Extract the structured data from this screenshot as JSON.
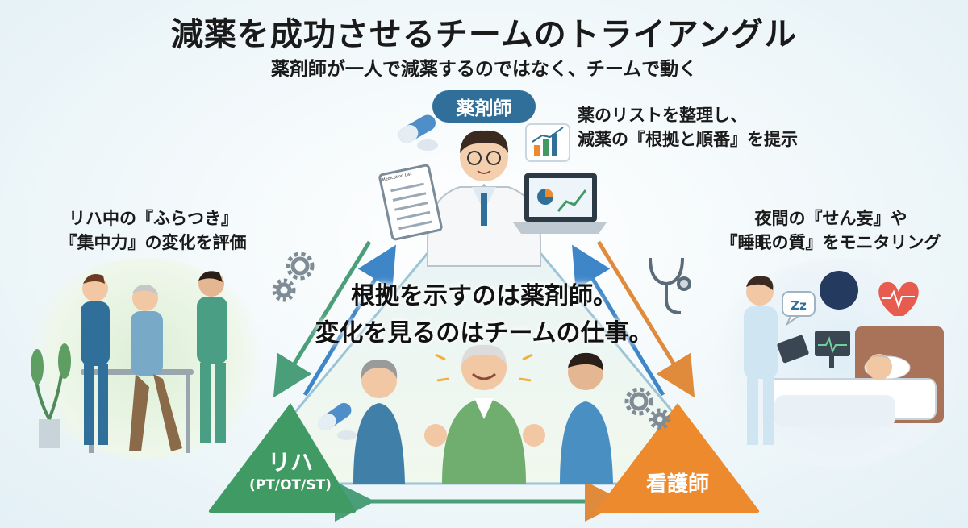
{
  "header": {
    "title": "減薬を成功させるチームのトライアングル",
    "subtitle": "薬剤師が一人で減薬するのではなく、チームで動く"
  },
  "roles": {
    "pharmacist": "薬剤師",
    "rehab_line1": "リハ",
    "rehab_line2": "(PT/OT/ST)",
    "nurse": "看護師"
  },
  "notes": {
    "pharmacist": [
      "薬のリストを整理し、",
      "減薬の『根拠と順番』を提示"
    ],
    "rehab": [
      "リハ中の『ふらつき』",
      "『集中力』の変化を評価"
    ],
    "nurse": [
      "夜間の『せん妄』や",
      "『睡眠の質』をモニタリング"
    ]
  },
  "center_message": [
    "根拠を示すのは薬剤師。",
    "変化を見るのはチームの仕事。"
  ],
  "clipboard_text": "Medication List",
  "sleep_text": "Zz",
  "colors": {
    "pharmacist": "#2f6f9a",
    "rehab": "#3f9a63",
    "nurse": "#ee8a2e",
    "arrow_left": "#4a9e7a",
    "arrow_right": "#e08a3c",
    "arrow_blue": "#3f86c8"
  },
  "icons": [
    "pills-icon",
    "chart-icon",
    "gear-icon",
    "stethoscope-icon",
    "moon-icon",
    "heart-icon",
    "monitor-icon"
  ]
}
